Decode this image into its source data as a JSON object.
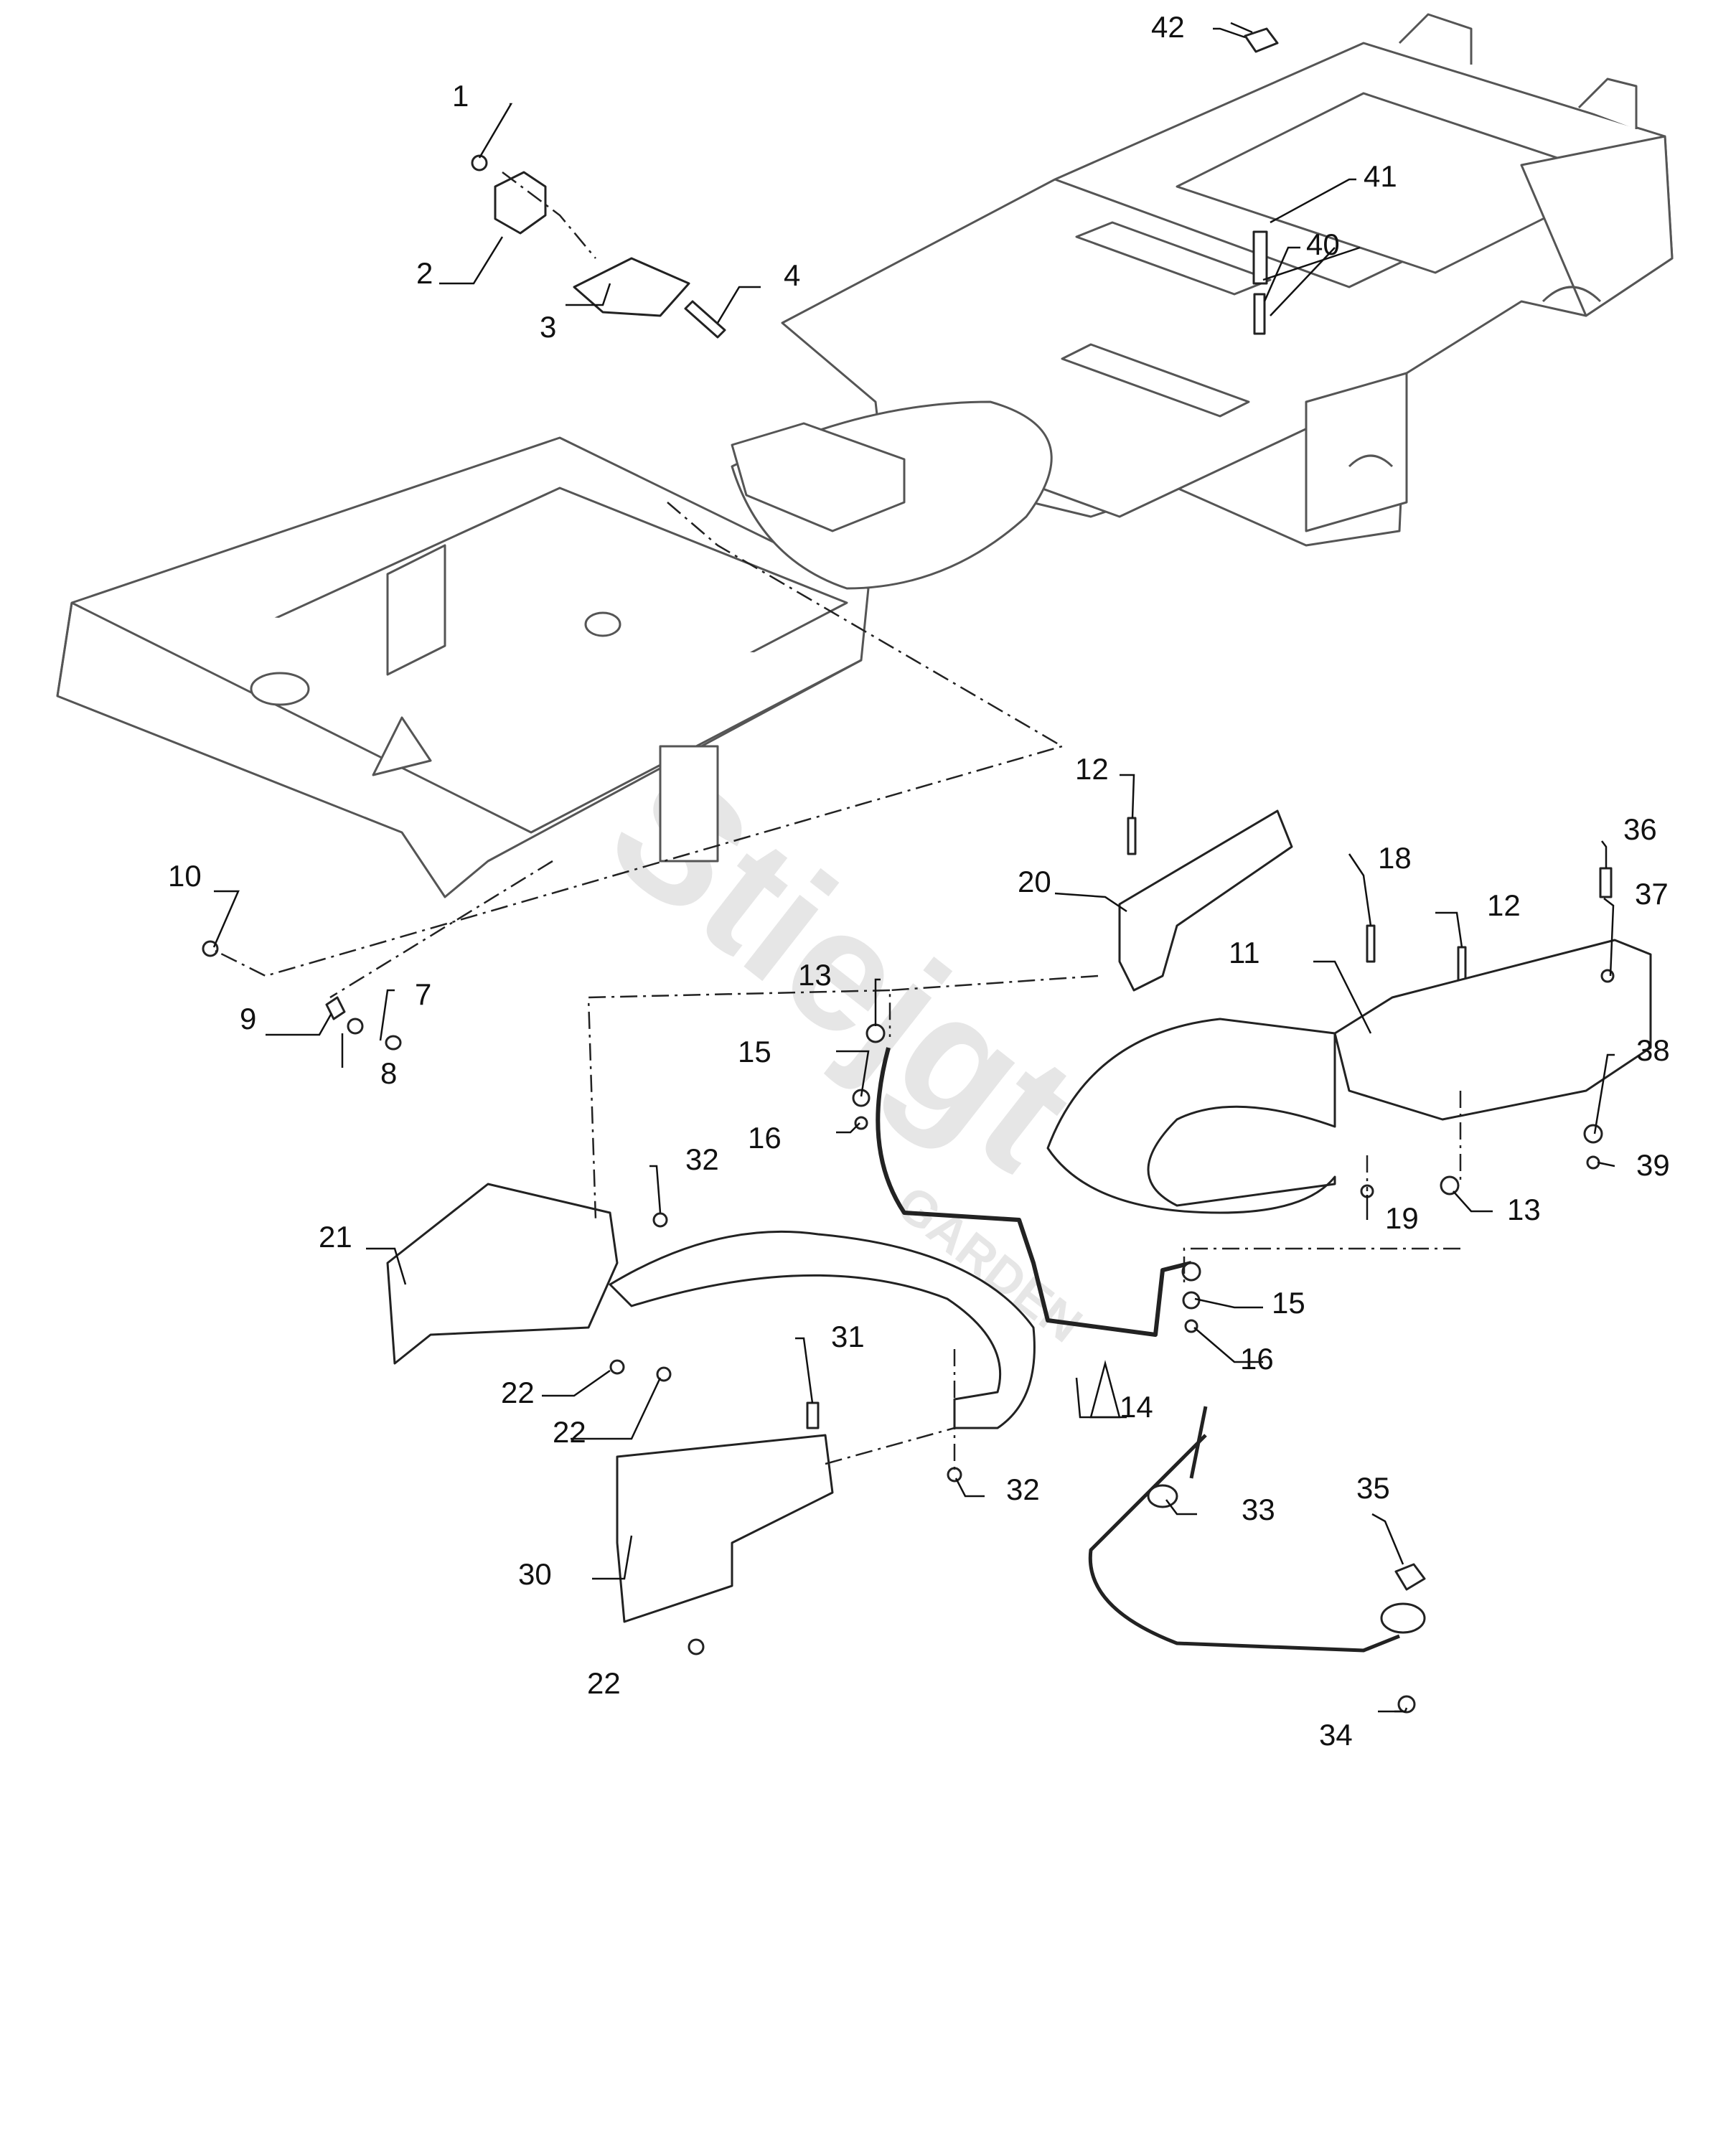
{
  "diagram": {
    "watermark": {
      "brand": "Stiejgt",
      "sub": "GARDEN"
    },
    "callouts": [
      {
        "id": "c1",
        "text": "1"
      },
      {
        "id": "c2",
        "text": "2"
      },
      {
        "id": "c3",
        "text": "3"
      },
      {
        "id": "c4",
        "text": "4"
      },
      {
        "id": "c7",
        "text": "7"
      },
      {
        "id": "c8",
        "text": "8"
      },
      {
        "id": "c9",
        "text": "9"
      },
      {
        "id": "c10",
        "text": "10"
      },
      {
        "id": "c11",
        "text": "11"
      },
      {
        "id": "c12a",
        "text": "12"
      },
      {
        "id": "c12b",
        "text": "12"
      },
      {
        "id": "c13a",
        "text": "13"
      },
      {
        "id": "c13b",
        "text": "13"
      },
      {
        "id": "c14",
        "text": "14"
      },
      {
        "id": "c15a",
        "text": "15"
      },
      {
        "id": "c15b",
        "text": "15"
      },
      {
        "id": "c16a",
        "text": "16"
      },
      {
        "id": "c16b",
        "text": "16"
      },
      {
        "id": "c18",
        "text": "18"
      },
      {
        "id": "c19",
        "text": "19"
      },
      {
        "id": "c20",
        "text": "20"
      },
      {
        "id": "c21",
        "text": "21"
      },
      {
        "id": "c22a",
        "text": "22"
      },
      {
        "id": "c22b",
        "text": "22"
      },
      {
        "id": "c22c",
        "text": "22"
      },
      {
        "id": "c30",
        "text": "30"
      },
      {
        "id": "c31",
        "text": "31"
      },
      {
        "id": "c32a",
        "text": "32"
      },
      {
        "id": "c32b",
        "text": "32"
      },
      {
        "id": "c33",
        "text": "33"
      },
      {
        "id": "c34",
        "text": "34"
      },
      {
        "id": "c35",
        "text": "35"
      },
      {
        "id": "c36",
        "text": "36"
      },
      {
        "id": "c37",
        "text": "37"
      },
      {
        "id": "c38",
        "text": "38"
      },
      {
        "id": "c39",
        "text": "39"
      },
      {
        "id": "c40",
        "text": "40"
      },
      {
        "id": "c41",
        "text": "41"
      },
      {
        "id": "c42",
        "text": "42"
      }
    ]
  },
  "colors": {
    "line": "#222222",
    "frame": "#555555",
    "fill": "#ffffff",
    "dark": "#333333"
  }
}
